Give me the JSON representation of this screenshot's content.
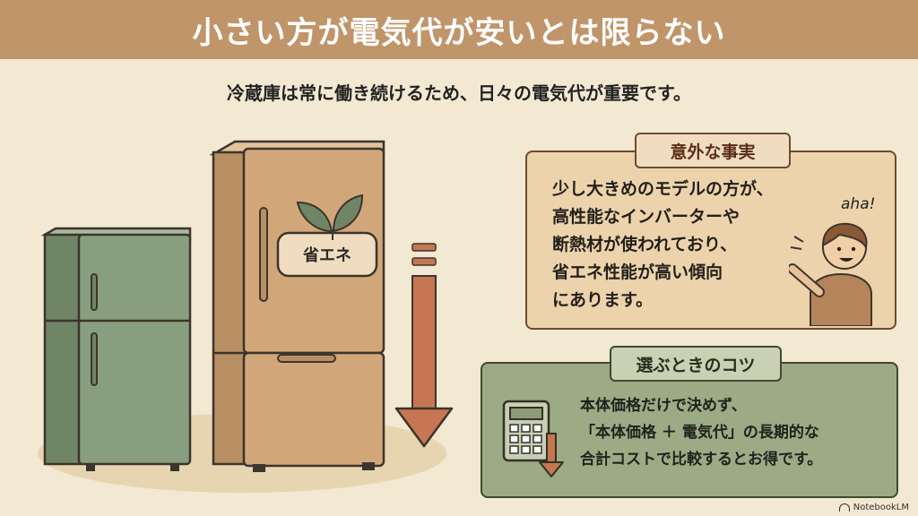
{
  "header": {
    "title": "小さい方が電気代が安いとは限らない"
  },
  "subtitle": "冷蔵庫は常に働き続けるため、日々の電気代が重要です。",
  "illustration": {
    "eco_badge": "省エネ",
    "arrow_direction": "down"
  },
  "fact_panel": {
    "label": "意外な事実",
    "lines": [
      "少し大きめのモデルの方が、",
      " 高性能なインバーターや",
      "断熱材が使われており、",
      "省エネ性能が高い傾向",
      "にあります。"
    ],
    "exclamation": "aha!"
  },
  "tips_panel": {
    "label": "選ぶときのコツ",
    "lines": [
      "本体価格だけで決めず、",
      "「本体価格 ＋ 電気代」の長期的な",
      "合計コストで比較するとお得です。"
    ]
  },
  "footer": {
    "brand": "NotebookLM"
  },
  "colors": {
    "title_bar": "#c0956a",
    "background": "#f3e8d2",
    "small_fridge": "#889e7e",
    "large_fridge": "#d1a77a",
    "arrow": "#c67652",
    "fact_panel": "#ecd3ac",
    "tips_panel": "#9caa86"
  }
}
